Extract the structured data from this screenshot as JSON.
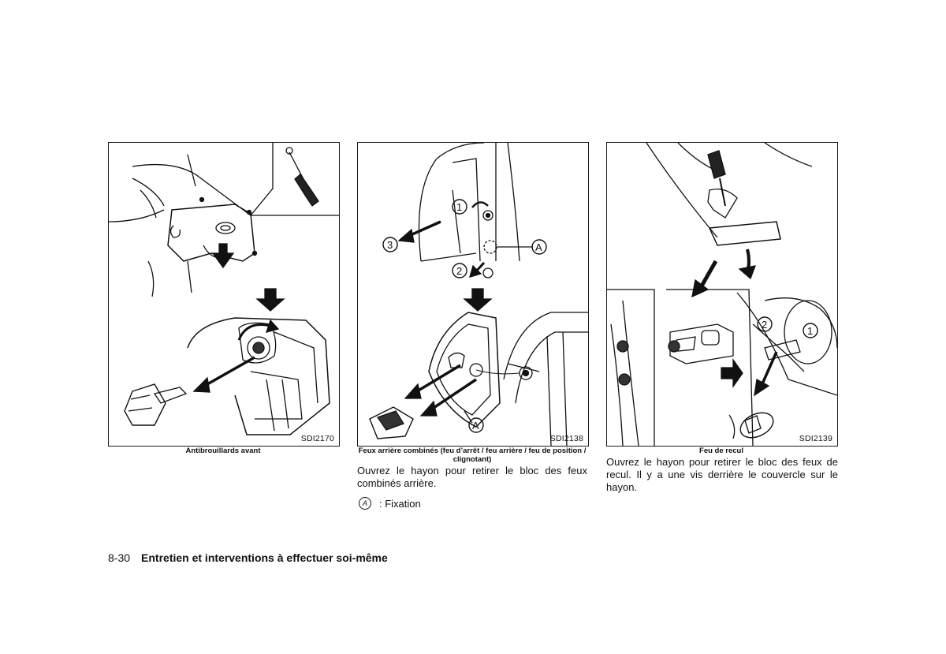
{
  "figures": [
    {
      "code": "SDI2170",
      "caption": "Antibrouillards avant"
    },
    {
      "code": "SDI2138",
      "caption": "Feux arrière combinés (feu d’arrêt / feu arrière / feu de position / clignotant)"
    },
    {
      "code": "SDI2139",
      "caption": "Feu de recul"
    }
  ],
  "callouts": {
    "one": "1",
    "two": "2",
    "three": "3",
    "a": "A"
  },
  "text_middle": "Ouvrez le hayon pour retirer le bloc des feux combinés arrière.",
  "legend": {
    "symbol": "A",
    "text": ": Fixation"
  },
  "text_right": "Ouvrez le hayon pour retirer le bloc des feux de recul. Il y a une vis derrière le couvercle sur le hayon.",
  "footer": {
    "page_number": "8-30",
    "section_title": "Entretien et interventions à effectuer soi-même"
  }
}
